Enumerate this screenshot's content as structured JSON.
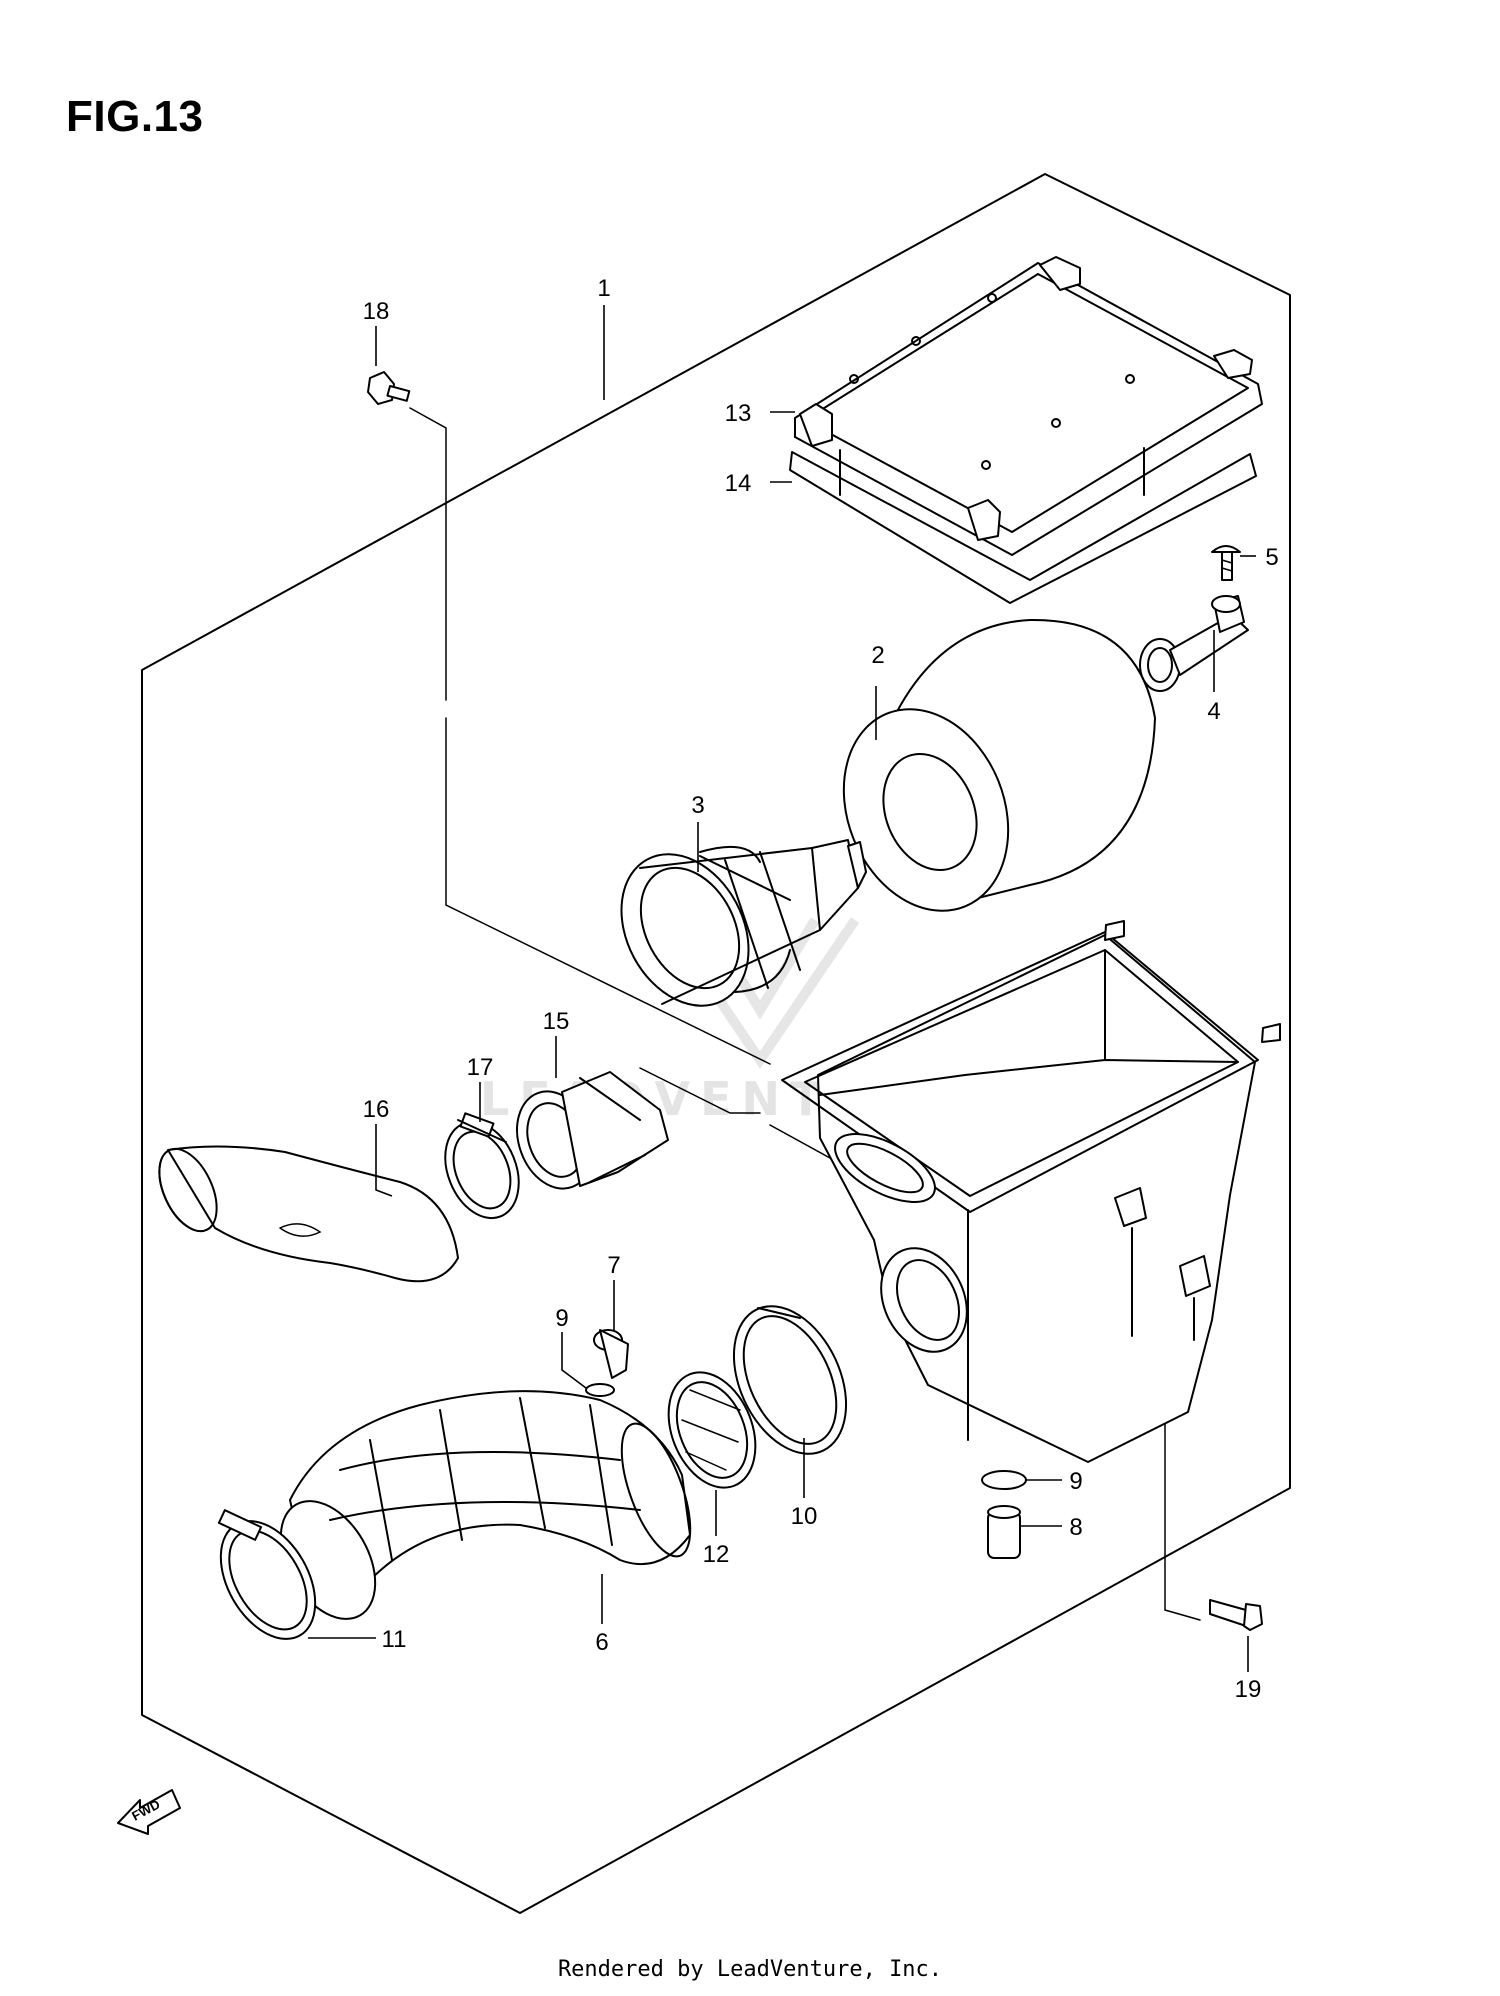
{
  "figure": {
    "title": "FIG.13"
  },
  "watermark": {
    "text": "LEADVENTURE"
  },
  "footer": {
    "text": "Rendered by LeadVenture, Inc."
  },
  "fwd_arrow": {
    "label": "FWD"
  },
  "callouts": [
    {
      "id": "c1",
      "label": "1"
    },
    {
      "id": "c2",
      "label": "2"
    },
    {
      "id": "c3",
      "label": "3"
    },
    {
      "id": "c4",
      "label": "4"
    },
    {
      "id": "c5",
      "label": "5"
    },
    {
      "id": "c6",
      "label": "6"
    },
    {
      "id": "c7",
      "label": "7"
    },
    {
      "id": "c8",
      "label": "8"
    },
    {
      "id": "c9a",
      "label": "9"
    },
    {
      "id": "c9b",
      "label": "9"
    },
    {
      "id": "c10",
      "label": "10"
    },
    {
      "id": "c11",
      "label": "11"
    },
    {
      "id": "c12",
      "label": "12"
    },
    {
      "id": "c13",
      "label": "13"
    },
    {
      "id": "c14",
      "label": "14"
    },
    {
      "id": "c15",
      "label": "15"
    },
    {
      "id": "c16",
      "label": "16"
    },
    {
      "id": "c17",
      "label": "17"
    },
    {
      "id": "c18",
      "label": "18"
    },
    {
      "id": "c19",
      "label": "19"
    }
  ]
}
